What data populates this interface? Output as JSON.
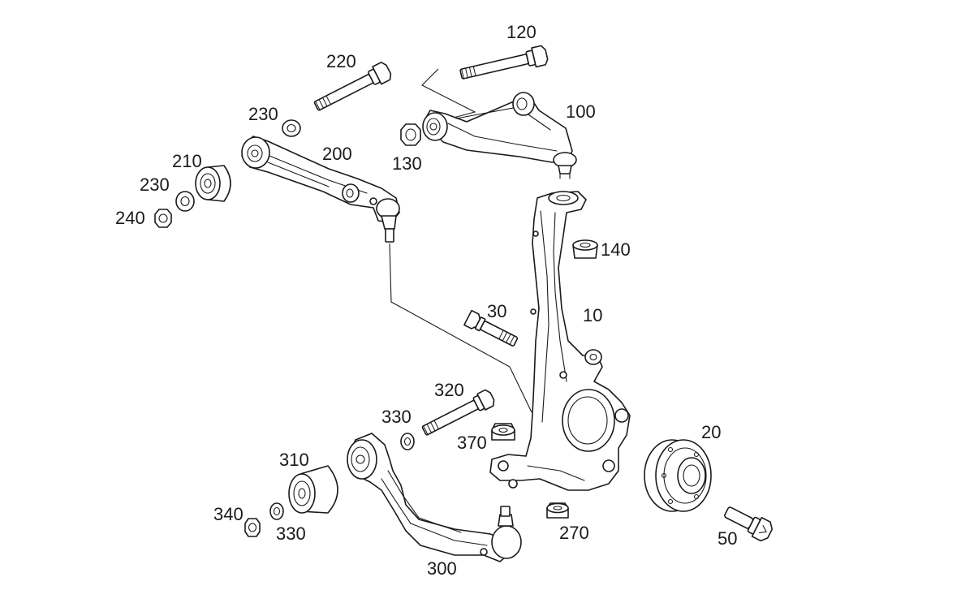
{
  "labels": {
    "l10": "10",
    "l20": "20",
    "l30": "30",
    "l50": "50",
    "l100": "100",
    "l120": "120",
    "l130": "130",
    "l140": "140",
    "l200": "200",
    "l210": "210",
    "l220": "220",
    "l230a": "230",
    "l230b": "230",
    "l240": "240",
    "l270": "270",
    "l300": "300",
    "l310": "310",
    "l320": "320",
    "l330a": "330",
    "l330b": "330",
    "l340": "340",
    "l370": "370"
  }
}
